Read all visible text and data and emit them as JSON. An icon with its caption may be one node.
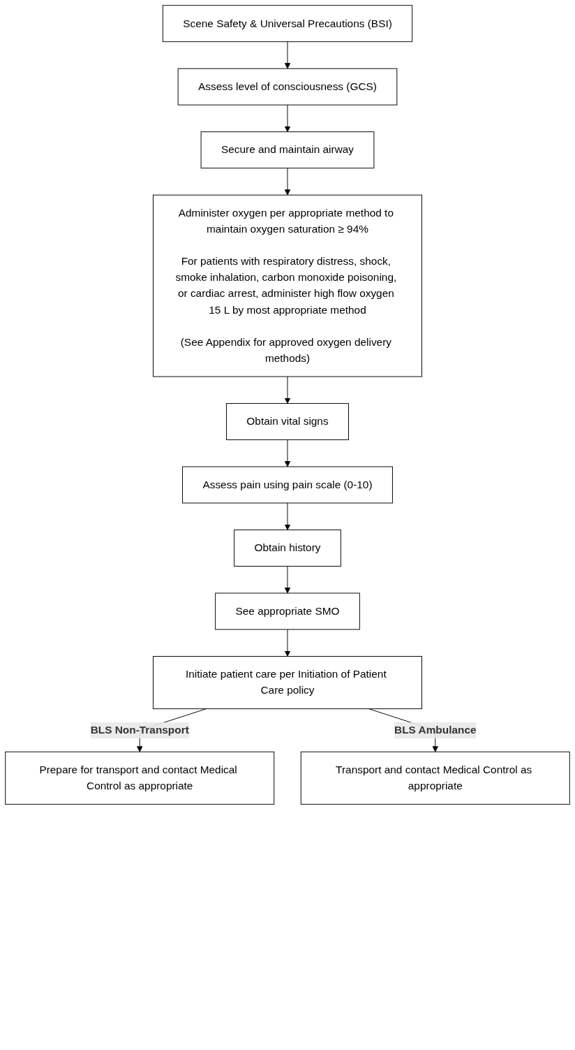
{
  "diagram": {
    "nodes": [
      {
        "text": [
          "Scene Safety & Universal Precautions (BSI)"
        ]
      },
      {
        "text": [
          "Assess level of consciousness (GCS)"
        ]
      },
      {
        "text": [
          "Secure and maintain airway"
        ]
      },
      {
        "text": [
          "Administer oxygen per appropriate method to maintain oxygen saturation ≥ 94%",
          "For patients with respiratory distress, shock, smoke inhalation, carbon monoxide poisoning, or cardiac arrest, administer high flow oxygen 15 L by most appropriate method",
          "(See Appendix for approved oxygen delivery methods)"
        ]
      },
      {
        "text": [
          "Obtain vital signs"
        ]
      },
      {
        "text": [
          "Assess pain using pain scale (0-10)"
        ]
      },
      {
        "text": [
          "Obtain history"
        ]
      },
      {
        "text": [
          "See appropriate SMO"
        ]
      },
      {
        "text": [
          "Initiate patient care per Initiation of Patient Care policy"
        ]
      },
      {
        "text": [
          "Prepare for transport and contact Medical Control as appropriate"
        ]
      },
      {
        "text": [
          "Transport and contact Medical Control as appropriate"
        ]
      }
    ],
    "edges": [
      {
        "from": 0,
        "to": 1,
        "arrow": "to"
      },
      {
        "from": 1,
        "to": 2,
        "arrow": "to"
      },
      {
        "from": 2,
        "to": 3,
        "arrow": "to"
      },
      {
        "from": 3,
        "to": 4,
        "arrow": "to"
      },
      {
        "from": 4,
        "to": 5,
        "arrow": "to"
      },
      {
        "from": 5,
        "to": 6,
        "arrow": "to"
      },
      {
        "from": 6,
        "to": 7,
        "arrow": "to"
      },
      {
        "from": 7,
        "to": 8,
        "arrow": "to"
      },
      {
        "from": 8,
        "to": 9,
        "label": "BLS Non-Transport",
        "arrow": "to"
      },
      {
        "from": 8,
        "to": 10,
        "label": "BLS Ambulance",
        "arrow": "to"
      }
    ]
  }
}
